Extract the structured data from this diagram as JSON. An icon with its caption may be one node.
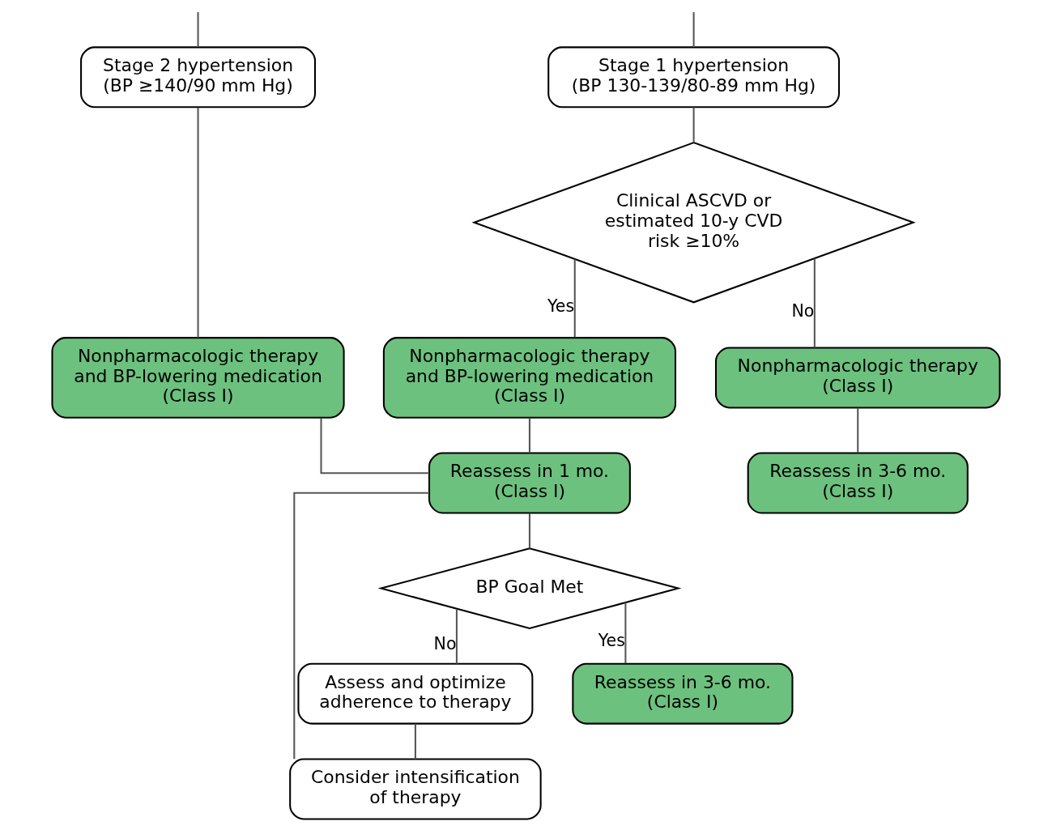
{
  "diagram": {
    "nodes": [
      {
        "text": [
          "Stage 1 hypertension",
          "(BP 130-139/80-89 mm Hg)"
        ]
      },
      {
        "text": [
          "Stage 2 hypertension",
          "(BP ≥140/90 mm Hg)"
        ]
      },
      {
        "text": [
          "Clinical ASCVD or estimated 10-y CVD risk ≥10%"
        ]
      },
      {
        "text": [
          "Nonpharmacologic therapy",
          "(Class I)"
        ]
      },
      {
        "text": [
          "Nonpharmacologic therapy and BP-lowering medication",
          "(Class I)"
        ]
      },
      {
        "text": [
          "Nonpharmacologic therapy and BP-lowering medication",
          "(Class I)"
        ]
      },
      {
        "text": [
          "Reassess in 3-6 mo.",
          "(Class I)"
        ]
      },
      {
        "text": [
          "Reassess in 1 mo.",
          "(Class I)"
        ]
      },
      {
        "text": [
          "BP Goal Met"
        ]
      },
      {
        "text": [
          "Assess and optimize adherence to therapy"
        ]
      },
      {
        "text": [
          "Reassess in 3-6 mo.",
          "(Class I)"
        ]
      },
      {
        "text": [
          "Consider intensification of therapy"
        ]
      }
    ],
    "edges": [
      {
        "from": null,
        "to": 0,
        "arrow": "none"
      },
      {
        "from": null,
        "to": 1,
        "arrow": "none"
      },
      {
        "from": 0,
        "to": 2,
        "arrow": "none"
      },
      {
        "from": 2,
        "to": 3,
        "arrow": "none",
        "label": "No"
      },
      {
        "from": 2,
        "to": 4,
        "arrow": "none",
        "label": "Yes"
      },
      {
        "from": 1,
        "to": 5,
        "arrow": "none"
      },
      {
        "from": 3,
        "to": 6,
        "arrow": "none"
      },
      {
        "from": 4,
        "to": 7,
        "arrow": "none"
      },
      {
        "from": 5,
        "to": 7,
        "arrow": "none"
      },
      {
        "from": 7,
        "to": 8,
        "arrow": "none"
      },
      {
        "from": 8,
        "to": 9,
        "arrow": "none",
        "label": "No"
      },
      {
        "from": 8,
        "to": 10,
        "arrow": "none",
        "label": "Yes"
      },
      {
        "from": 9,
        "to": 11,
        "arrow": "none"
      },
      {
        "from": 11,
        "to": 7,
        "arrow": "none"
      }
    ]
  }
}
